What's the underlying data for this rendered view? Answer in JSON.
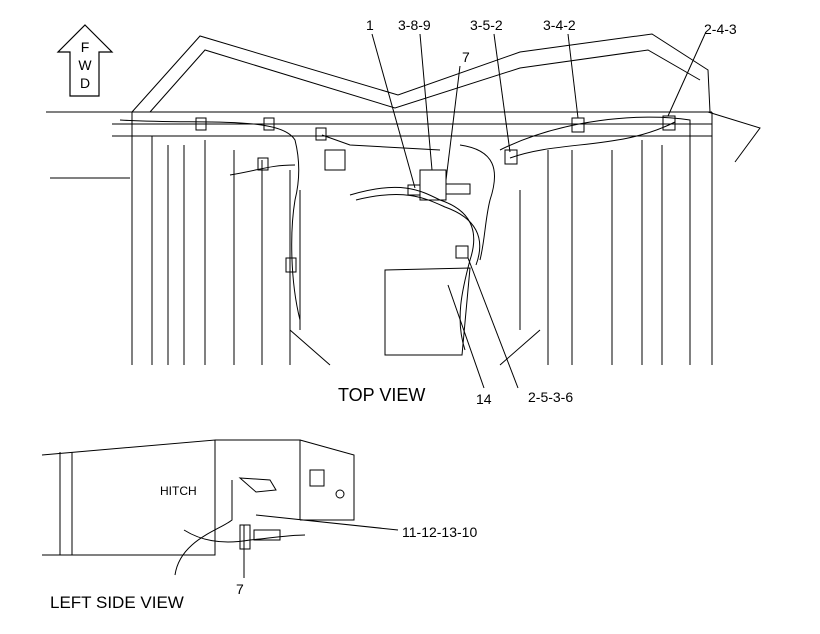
{
  "forward_arrow": {
    "letters": [
      "F",
      "W",
      "D"
    ],
    "icon": "forward-arrow-icon"
  },
  "top_view": {
    "title": "TOP VIEW",
    "callouts": [
      "1",
      "3-8-9",
      "7",
      "3-5-2",
      "3-4-2",
      "2-4-3",
      "14",
      "2-5-3-6"
    ]
  },
  "left_side_view": {
    "title": "LEFT SIDE VIEW",
    "hitch_label": "HITCH",
    "callouts": [
      "11-12-13-10",
      "7"
    ]
  }
}
